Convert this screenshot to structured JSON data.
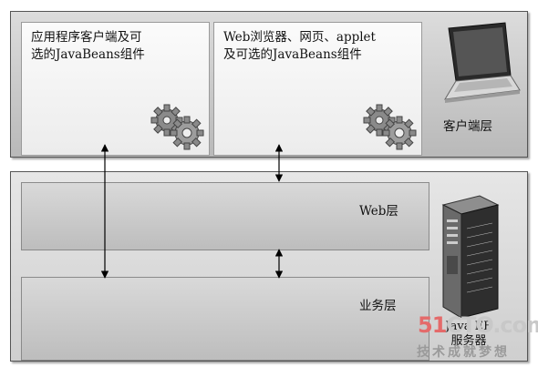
{
  "client_tier": {
    "app_client_line1": "应用程序客户端及可",
    "app_client_line2": "选的JavaBeans组件",
    "web_client_line1": "Web浏览器、网页、applet",
    "web_client_line2": "及可选的JavaBeans组件",
    "label": "客户端层"
  },
  "server_tier": {
    "web_tier_label": "Web层",
    "business_tier_label": "业务层",
    "server_label_line1": "Java EE",
    "server_label_line2": "服务器"
  },
  "watermark": {
    "logo_prefix": "51",
    "logo_main": "CTO",
    "logo_suffix": ".com",
    "subtitle": "技术成就梦想"
  },
  "icons": [
    "gears-icon",
    "laptop-icon",
    "server-icon"
  ]
}
